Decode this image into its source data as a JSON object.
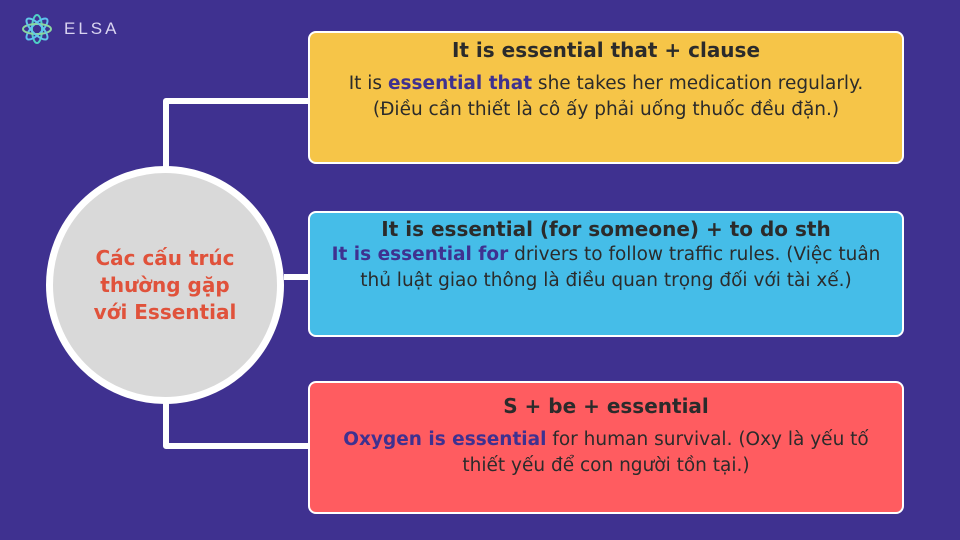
{
  "brand": {
    "name": "ELSA"
  },
  "center": {
    "title": "Các cấu trúc\nthường gặp\nvới Essential"
  },
  "cards": [
    {
      "title": "It is essential that + clause",
      "example_highlight": "essential that",
      "example_before": "It is ",
      "example_after": " she takes her medication regularly. (Điều cần thiết là cô ấy phải uống thuốc đều đặn.)"
    },
    {
      "title": "It is essential (for someone) + to do sth",
      "example_highlight": "It is essential for",
      "example_before": "",
      "example_after": " drivers to follow traffic rules. (Việc tuân thủ luật giao thông là điều quan trọng đối với tài xế.)"
    },
    {
      "title": "S + be + essential",
      "example_highlight": "Oxygen is essential",
      "example_before": "",
      "example_after": " for human survival. (Oxy là yếu tố thiết yếu để con người tồn tại.)"
    }
  ],
  "colors": {
    "background": "#3f3190",
    "card_yellow": "#f6c548",
    "card_blue": "#45bde8",
    "card_red": "#ff5c60",
    "highlight": "#3f3190",
    "circle_text": "#e0523b"
  }
}
